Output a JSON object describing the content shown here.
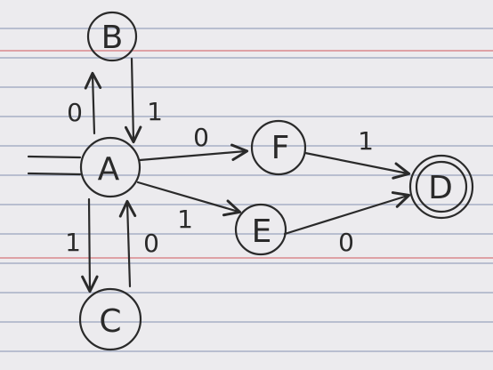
{
  "diagram": {
    "states": [
      {
        "id": "B",
        "label": "B",
        "accepting": false
      },
      {
        "id": "A",
        "label": "A",
        "accepting": false,
        "start": true
      },
      {
        "id": "C",
        "label": "C",
        "accepting": false
      },
      {
        "id": "F",
        "label": "F",
        "accepting": false
      },
      {
        "id": "E",
        "label": "E",
        "accepting": false
      },
      {
        "id": "D",
        "label": "D",
        "accepting": true
      }
    ],
    "transitions": [
      {
        "from": "A",
        "to": "B",
        "label": "0"
      },
      {
        "from": "B",
        "to": "A",
        "label": "1"
      },
      {
        "from": "A",
        "to": "C",
        "label": "1"
      },
      {
        "from": "C",
        "to": "A",
        "label": "0"
      },
      {
        "from": "A",
        "to": "F",
        "label": "0"
      },
      {
        "from": "A",
        "to": "E",
        "label": "1"
      },
      {
        "from": "F",
        "to": "D",
        "label": "1"
      },
      {
        "from": "E",
        "to": "D",
        "label": "0"
      }
    ]
  },
  "colors": {
    "ink": "#2a2a2a",
    "paper": "#ecebee",
    "rule": "#7887aa",
    "margin": "#d9888c"
  }
}
